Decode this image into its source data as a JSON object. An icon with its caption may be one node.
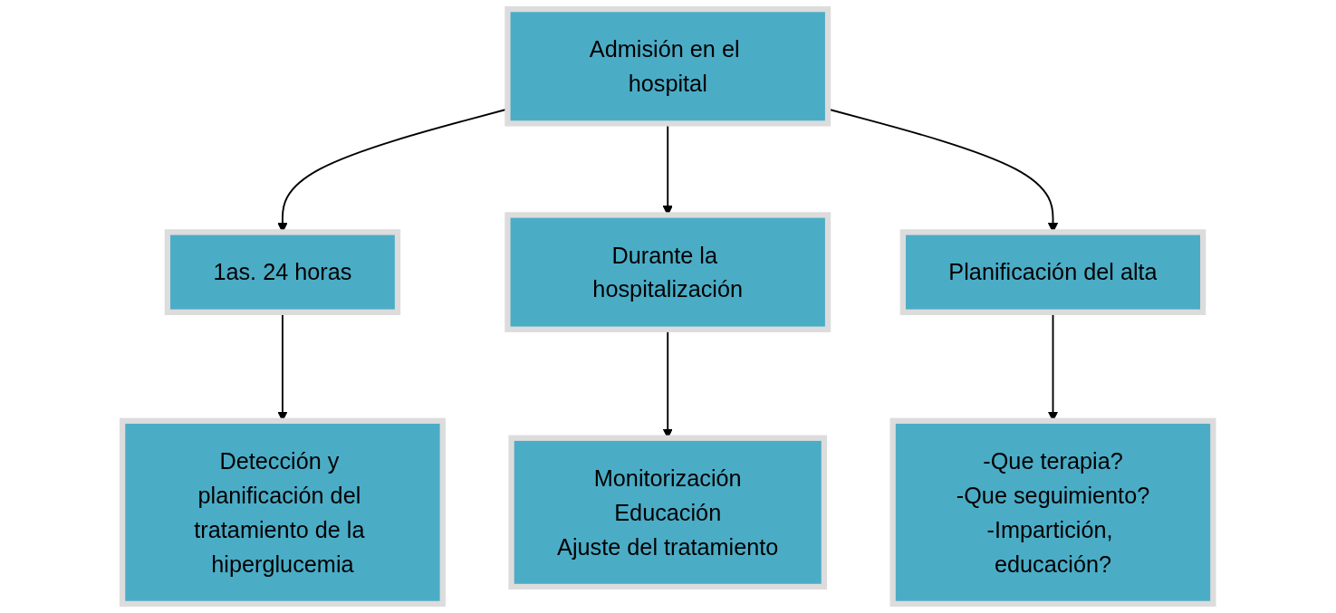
{
  "diagram": {
    "nodes": [
      {
        "text": [
          "Admisión en el hospital"
        ]
      },
      {
        "text": [
          "1as. 24 horas"
        ]
      },
      {
        "text": [
          "Durante la hospitalización"
        ]
      },
      {
        "text": [
          "Planificación del alta"
        ]
      },
      {
        "text": [
          "Detección y planificación del tratamiento de la hiperglucemia"
        ]
      },
      {
        "text": [
          "Monitorización",
          "Educación",
          "Ajuste del tratamiento"
        ]
      },
      {
        "text": [
          "-Que terapia?",
          "-Que seguimiento?",
          "-Impartición, educación?"
        ]
      }
    ],
    "edges": [
      {
        "from": 0,
        "to": 1,
        "arrow": "to"
      },
      {
        "from": 0,
        "to": 2,
        "arrow": "to"
      },
      {
        "from": 0,
        "to": 3,
        "arrow": "to"
      },
      {
        "from": 1,
        "to": 4,
        "arrow": "to"
      },
      {
        "from": 2,
        "to": 5,
        "arrow": "to"
      },
      {
        "from": 3,
        "to": 6,
        "arrow": "to"
      }
    ]
  }
}
